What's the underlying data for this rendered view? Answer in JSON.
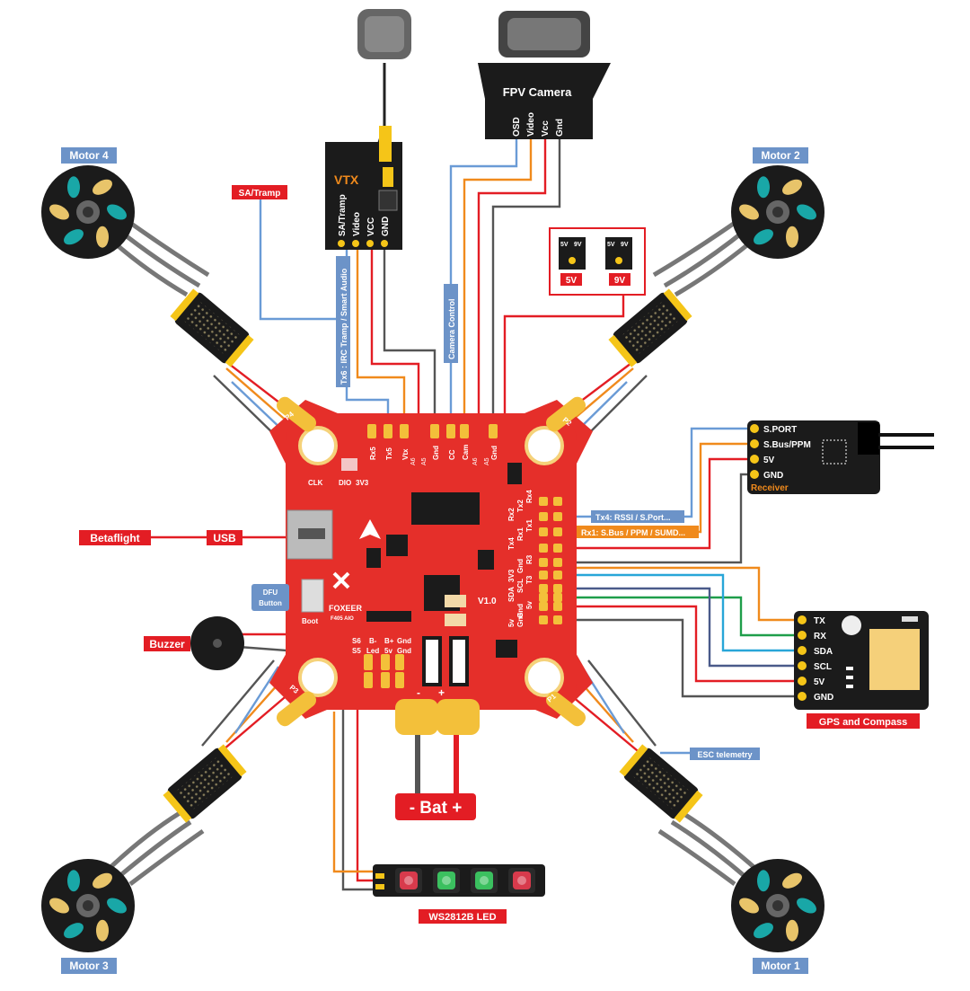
{
  "motors": {
    "m1": "Motor 1",
    "m2": "Motor 2",
    "m3": "Motor 3",
    "m4": "Motor 4"
  },
  "vtx": {
    "title": "VTX",
    "pins": [
      "SA/Tramp",
      "Video",
      "VCC",
      "GND"
    ],
    "sa_tramp_tag": "SA/Tramp",
    "tx6_tag": "Tx6 : IRC Tramp / Smart Audio"
  },
  "camera": {
    "title": "FPV Camera",
    "pins": [
      "OSD",
      "Video",
      "Vcc",
      "Gnd"
    ],
    "control_tag": "Camera Control"
  },
  "jumpers": {
    "j5": "5V",
    "j9": "9V",
    "small": [
      "5V",
      "9V"
    ]
  },
  "board": {
    "brand": "FOXEER",
    "model": "F405 AIO",
    "version": "V1.0",
    "top_pads": [
      "Rx5",
      "Tx5",
      "Vtx",
      "Gnd",
      "CC",
      "Cam",
      "Gnd"
    ],
    "a_pads": [
      "A6",
      "A5",
      "A6",
      "A5"
    ],
    "clk": "CLK",
    "dio": "DIO",
    "v33": "3V3",
    "boot": "Boot",
    "right_pads": [
      "Rx2",
      "Tx2",
      "Rx4",
      "Tx4",
      "Rx1",
      "Tx1",
      "3V3",
      "Gnd",
      "R3",
      "SDA",
      "SCL",
      "T3",
      "5v",
      "Gnd",
      "5v",
      "Gnd"
    ],
    "bottom_pads": [
      "S6",
      "S5",
      "B-",
      "Led",
      "B+",
      "5v",
      "Gnd",
      "Gnd"
    ],
    "motor_pads": [
      "P1",
      "P2",
      "P3",
      "P4"
    ],
    "minus": "-",
    "plus": "+"
  },
  "left": {
    "betaflight": "Betaflight",
    "usb": "USB",
    "dfu": "DFU Button",
    "buzzer": "Buzzer"
  },
  "receiver": {
    "pins": [
      "S.PORT",
      "S.Bus/PPM",
      "5V",
      "GND"
    ],
    "title": "Receiver",
    "tx4_tag": "Tx4: RSSI / S.Port...",
    "rx1_tag": "Rx1: S.Bus / PPM / SUMD..."
  },
  "gps": {
    "pins": [
      "TX",
      "RX",
      "SDA",
      "SCL",
      "5V",
      "GND"
    ],
    "title": "GPS and Compass"
  },
  "esc_tag": "ESC telemetry",
  "battery": "- Bat +",
  "led": {
    "title": "WS2812B LED",
    "colors": [
      "#e23b4e",
      "#3cc862",
      "#3cc862",
      "#e23b4e"
    ]
  },
  "colors": {
    "board": "#e52f2a",
    "accent_red": "#e31d24",
    "tag_blue": "#6c93c8",
    "wire_orange": "#f08a1c",
    "wire_blue": "#6a9bd6",
    "wire_gray": "#555555",
    "wire_green": "#1e9e4a",
    "wire_cyan": "#28a6d8"
  }
}
